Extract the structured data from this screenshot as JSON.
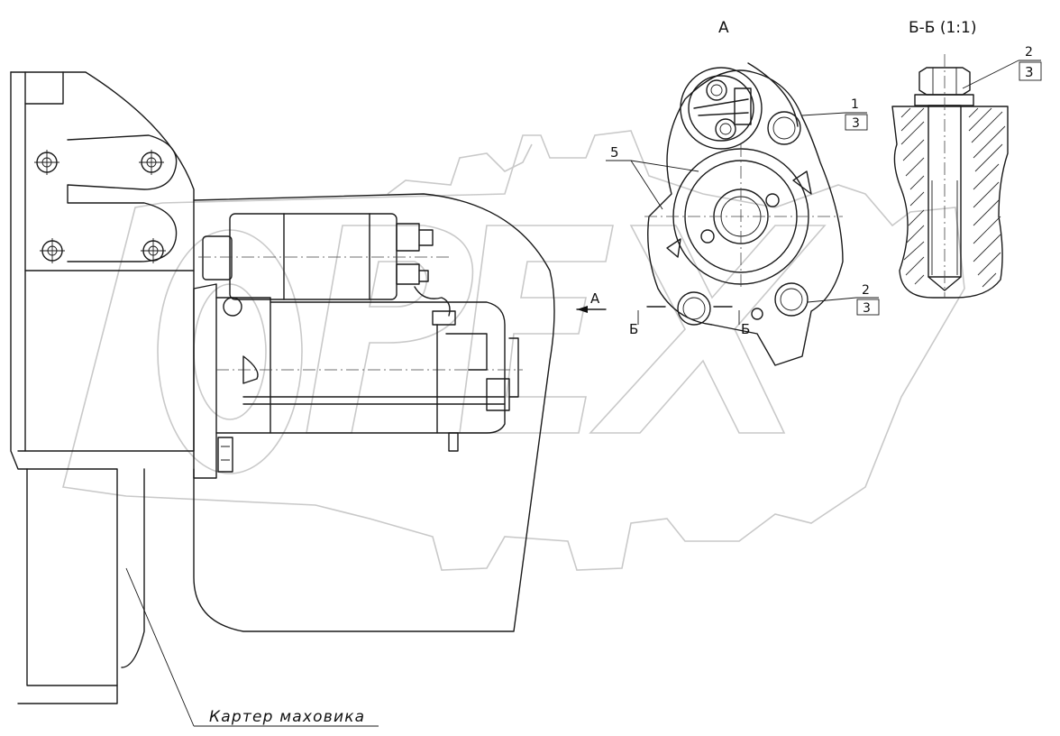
{
  "views": {
    "view_a": "А",
    "section_bb": "Б-Б (1:1)",
    "view_arrow_label": "А",
    "section_mark_left": "Б",
    "section_mark_right": "Б"
  },
  "callouts": [
    {
      "num": "1",
      "qty": "3"
    },
    {
      "num": "2",
      "qty": "3"
    },
    {
      "num": "2",
      "qty": "3"
    },
    {
      "num": "5"
    }
  ],
  "caption": "Картер маховика",
  "watermark": "OPEX"
}
